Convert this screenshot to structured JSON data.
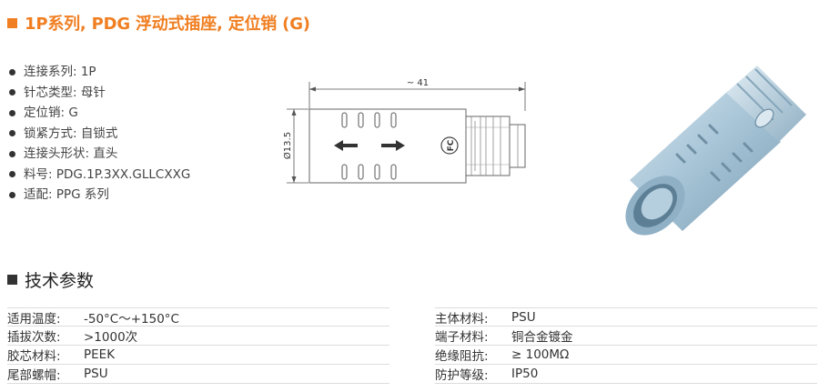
{
  "title": "1P系列, PDG 浮动式插座, 定位销 (G)",
  "features": [
    "连接系列: 1P",
    "针芯类型: 母针",
    "定位销: G",
    "锁紧方式: 自锁式",
    "连接头形状: 直头",
    "料号: PDG.1P.3XX.GLLCXXG",
    "适配: PPG 系列"
  ],
  "drawing": {
    "length_label": "~ 41",
    "diameter_label": "Ø13.5",
    "logo_text": "FC"
  },
  "specs_title": "技术参数",
  "specs_left": [
    {
      "k": "适用温度:",
      "v": "-50°C～+150°C"
    },
    {
      "k": "插拔次数:",
      "v": ">1000次"
    },
    {
      "k": "胶芯材料:",
      "v": "PEEK"
    },
    {
      "k": "尾部螺帽:",
      "v": "PSU"
    }
  ],
  "specs_right": [
    {
      "k": "主体材料:",
      "v": "PSU"
    },
    {
      "k": "端子材料:",
      "v": "铜合金镀金"
    },
    {
      "k": "绝缘阻抗:",
      "v": "≥ 100MΩ"
    },
    {
      "k": "防护等级:",
      "v": "IP50"
    }
  ],
  "colors": {
    "accent": "#f07f22",
    "connector_body": "#a9c6d8"
  }
}
